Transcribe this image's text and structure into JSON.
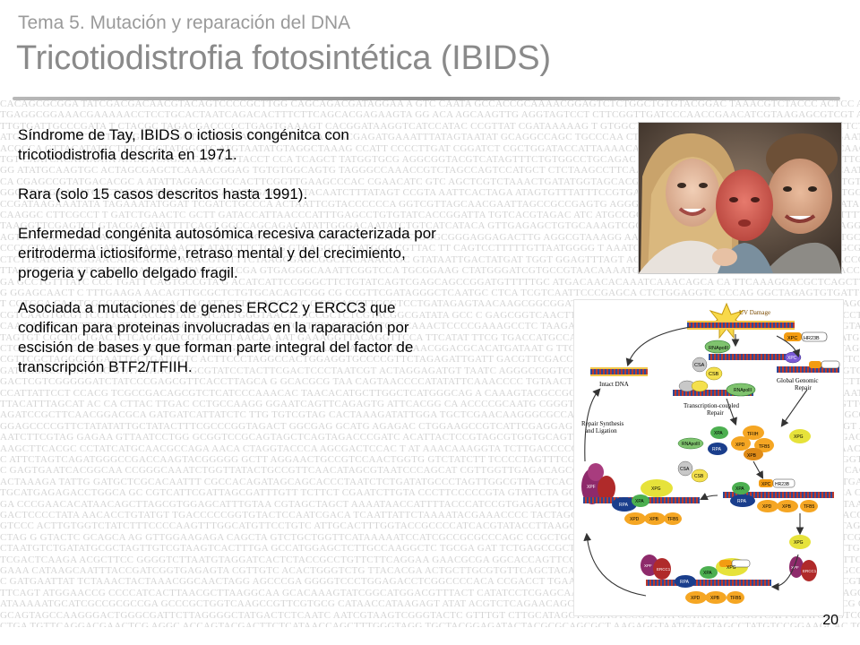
{
  "header": {
    "subtitle": "Tema 5. Mutación y reparación del DNA",
    "title": "Tricotiodistrofia fotosintética (IBIDS)"
  },
  "body": {
    "paragraphs": [
      "Síndrome de Tay, IBIDS o ictiosis congénitca con\ntricotiodistrofia descrita en 1971.",
      "Rara (solo 15 casos descritos hasta 1991).",
      "Enfermedad congénita autosómica recesiva caracterizada por\neritroderma ictiosiforme, retraso mental y del crecimiento,\nprogeria y cabello delgado fragil.",
      "Asociada a mutaciones de genes ERCC2 y ERCC3 que\ncodifican para proteinas involucradas en la raparación por\nescisión de bases y que forman parte integral del factor de\ntranscripción BTF2/TFIIH."
    ]
  },
  "diagram": {
    "labels": {
      "uv_damage": "UV Damage",
      "intact_dna": "Intact DNA",
      "global_genomic_repair": "Global Genomic\nRepair",
      "transcription_coupled_repair": "Transcription-coupled\nRepair",
      "repair_synthesis": "Repair Synthesis\nand Ligation"
    },
    "proteins": {
      "rnapolii": "RNApolII",
      "csa": "CSA",
      "csb": "CSB",
      "xpc": "XPC",
      "hr23b": "HR23B",
      "xpa": "XPA",
      "rpa": "RPA",
      "xpb": "XPB",
      "xpd": "XPD",
      "xpg": "XPG",
      "xpf": "XPF",
      "ercc1": "ERCC1",
      "tfiih": "TFIIH",
      "tfb5": "TFB5"
    },
    "colors": {
      "dna_red": "#c0392b",
      "dna_blue": "#2c4a9a",
      "xpa_green": "#4caf50",
      "rpa_blue": "#1a3e8c",
      "tfiih_orange": "#f5a623",
      "xpf_purple": "#8e2a6b",
      "xpg_yellow": "#e6e23a"
    }
  },
  "footer": {
    "page_number": "20"
  }
}
